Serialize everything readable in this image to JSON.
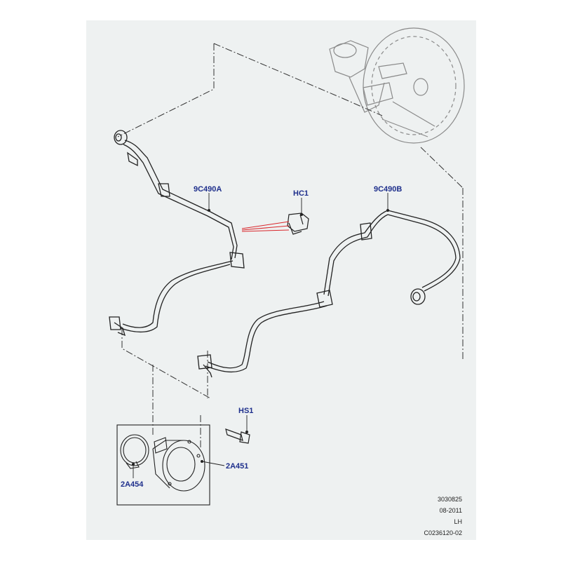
{
  "callouts": {
    "pipe_a": "9C490A",
    "pipe_b": "9C490B",
    "clip": "HC1",
    "bolt": "HS1",
    "pump": "2A451",
    "seal": "2A454"
  },
  "reference": {
    "number": "3030825",
    "date": "08-2011",
    "side": "LH",
    "code": "C0236120-02"
  },
  "colors": {
    "panel": "#eef1f1",
    "callout_text": "#1e2f8c",
    "leader_red": "#d9262b",
    "line": "#222222"
  }
}
